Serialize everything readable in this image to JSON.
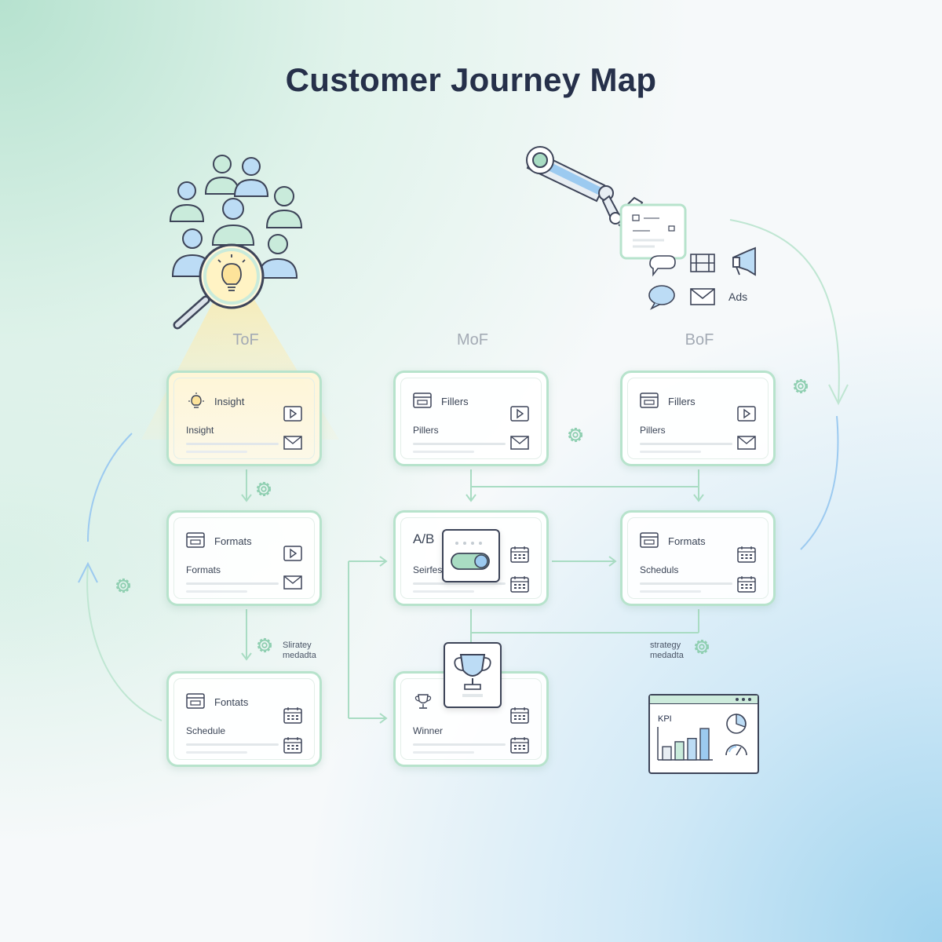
{
  "title": "Customer Journey Map",
  "stages": [
    "ToF",
    "MoF",
    "BoF"
  ],
  "cards": {
    "tof_1": {
      "title": "Insight",
      "subtitle": "Insight"
    },
    "mof_1": {
      "title": "Fillers",
      "subtitle": "Pillers"
    },
    "bof_1": {
      "title": "Fillers",
      "subtitle": "Pillers"
    },
    "tof_2": {
      "title": "Formats",
      "subtitle": "Formats"
    },
    "mof_2": {
      "title": "A/B",
      "subtitle": "Seirfes"
    },
    "bof_2": {
      "title": "Formats",
      "subtitle": "Scheduls"
    },
    "tof_3": {
      "title": "Fontats",
      "subtitle": "Schedule"
    },
    "mof_3": {
      "title": "",
      "subtitle": "Winner"
    }
  },
  "annotations": {
    "left": "Sliratey\nmedadta",
    "right": "strategy\nmedadta"
  },
  "channels": {
    "ads_label": "Ads"
  },
  "kpi": {
    "label": "KPI",
    "bars": [
      0.4,
      0.55,
      0.65,
      0.95
    ]
  },
  "colors": {
    "card_border": "#b7e3cc",
    "connector": "#a9dcc3",
    "loop_blue": "#9ccaf0",
    "spotlight": "#fde9a6",
    "stroke": "#3d4458"
  }
}
